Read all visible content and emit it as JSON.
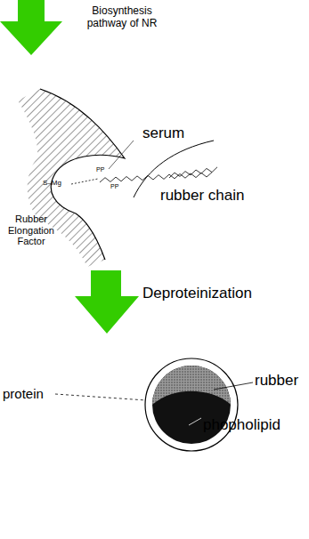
{
  "diagram": {
    "labels": [
      "Biosynthesis pathway of NR",
      "serum",
      "S–Mg",
      "PP",
      "PP",
      "rubber chain",
      "Rubber Elongation Factor",
      "Deproteinization",
      "protein",
      "rubber",
      "phopholipid"
    ]
  }
}
